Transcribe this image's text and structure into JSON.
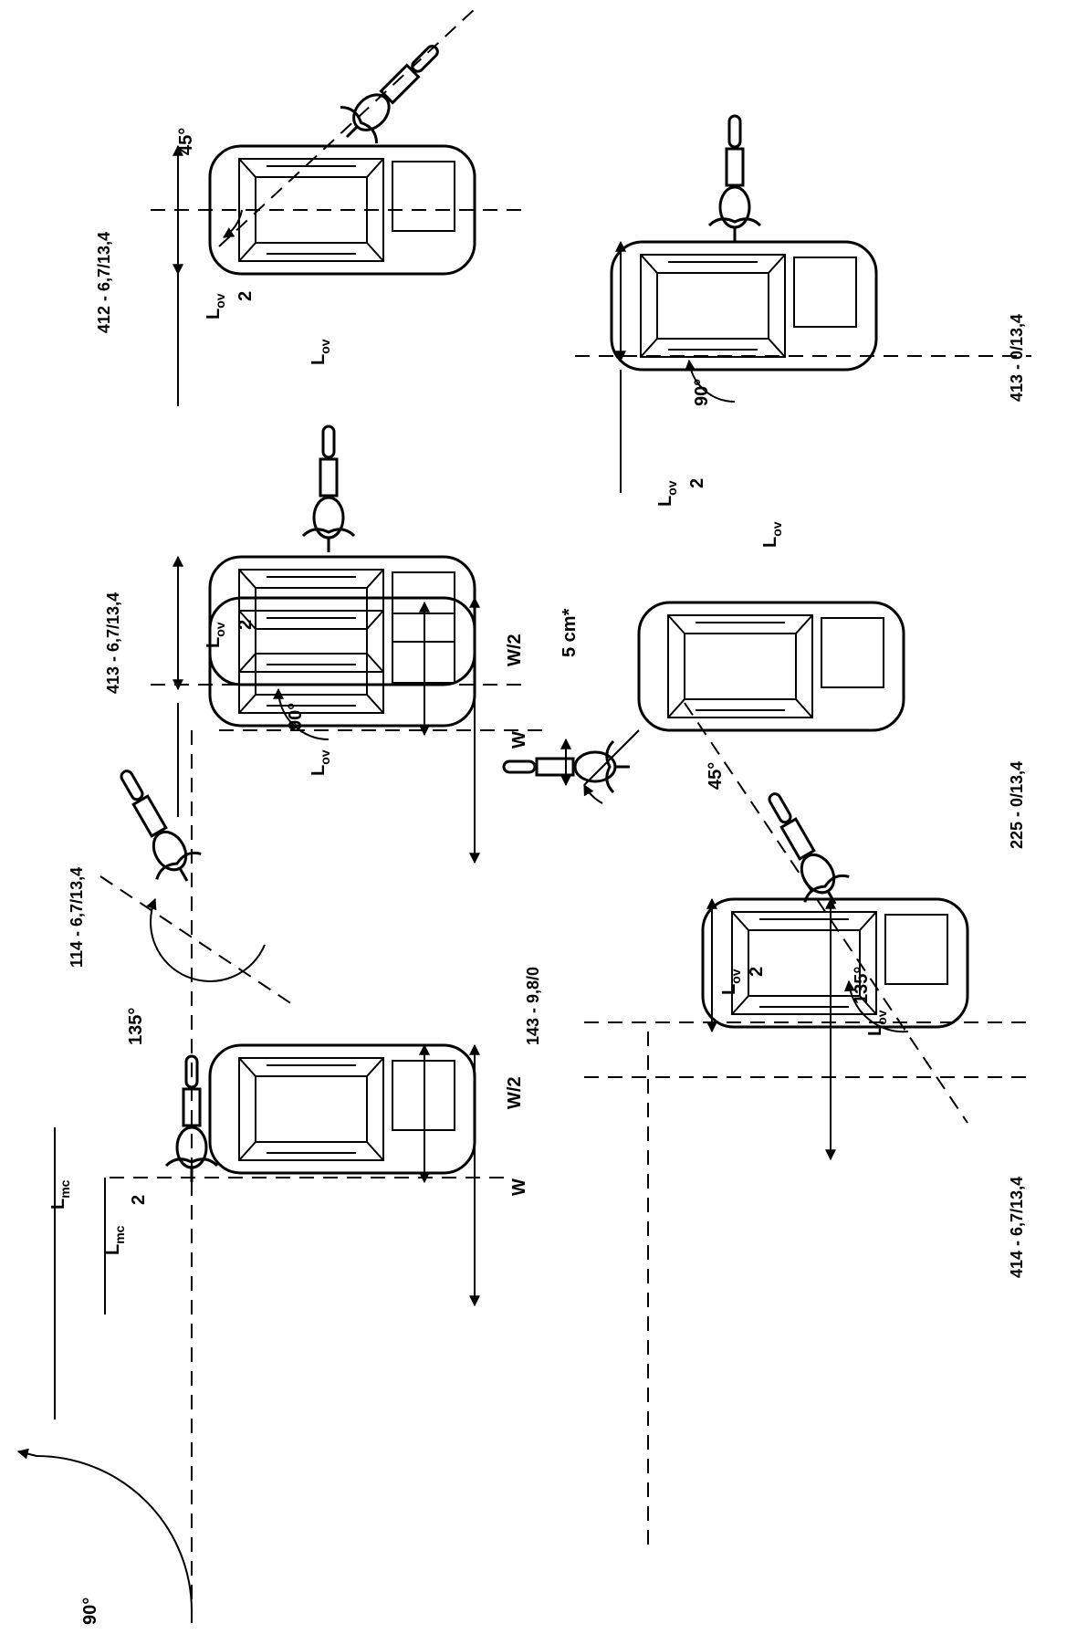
{
  "scenarios": [
    {
      "code": "143 - 9,8/0",
      "angle": "90",
      "dims": {
        "full": "W",
        "half_num": "W/2",
        "mc_full": "L",
        "mc_full_sub": "mc",
        "mc_half": "L",
        "mc_half_sub": "mc",
        "mc_half_den": "2"
      }
    },
    {
      "code": "114 - 6,7/13,4",
      "angle": "135",
      "dims": {
        "full": "W",
        "half_num": "W/2"
      }
    },
    {
      "code": "414 - 6,7/13,4",
      "angle": "135",
      "dims": {
        "full": "L",
        "full_sub": "ov",
        "half": "L",
        "half_sub": "ov",
        "half_den": "2"
      }
    },
    {
      "code": "413 - 6,7/13,4",
      "angle": "90",
      "dims": {
        "full": "L",
        "full_sub": "ov",
        "half": "L",
        "half_sub": "ov",
        "half_den": "2"
      }
    },
    {
      "code": "225 - 0/13,4",
      "angle": "45",
      "offset": "5 cm*"
    },
    {
      "code": "412 - 6,7/13,4",
      "angle": "45",
      "dims": {
        "full": "L",
        "full_sub": "ov",
        "half": "L",
        "half_sub": "ov",
        "half_den": "2"
      }
    },
    {
      "code": "413 - 0/13,4",
      "angle": "90",
      "dims": {
        "full": "L",
        "full_sub": "ov",
        "half": "L",
        "half_sub": "ov",
        "half_den": "2"
      }
    }
  ],
  "degree_symbol": "°"
}
